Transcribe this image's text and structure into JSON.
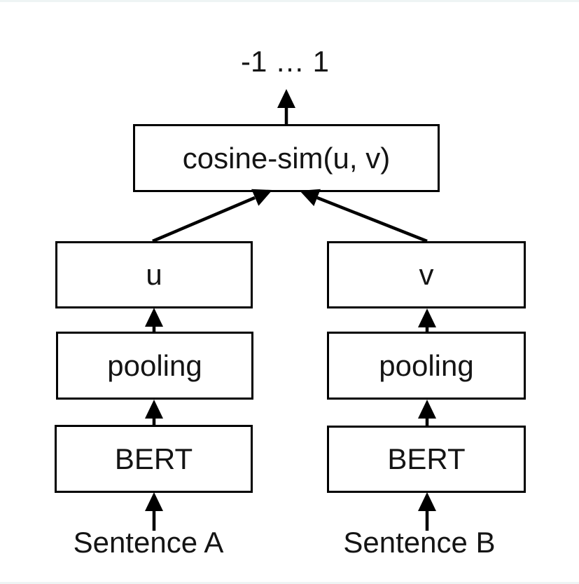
{
  "diagram": {
    "output_range_label": "-1 … 1",
    "cosine_label": "cosine-sim(u, v)",
    "left_branch": {
      "embedding_label": "u",
      "pooling_label": "pooling",
      "encoder_label": "BERT",
      "input_label": "Sentence A"
    },
    "right_branch": {
      "embedding_label": "v",
      "pooling_label": "pooling",
      "encoder_label": "BERT",
      "input_label": "Sentence B"
    },
    "colors": {
      "line": "#000000",
      "text": "#141414",
      "background": "#ffffff"
    }
  }
}
